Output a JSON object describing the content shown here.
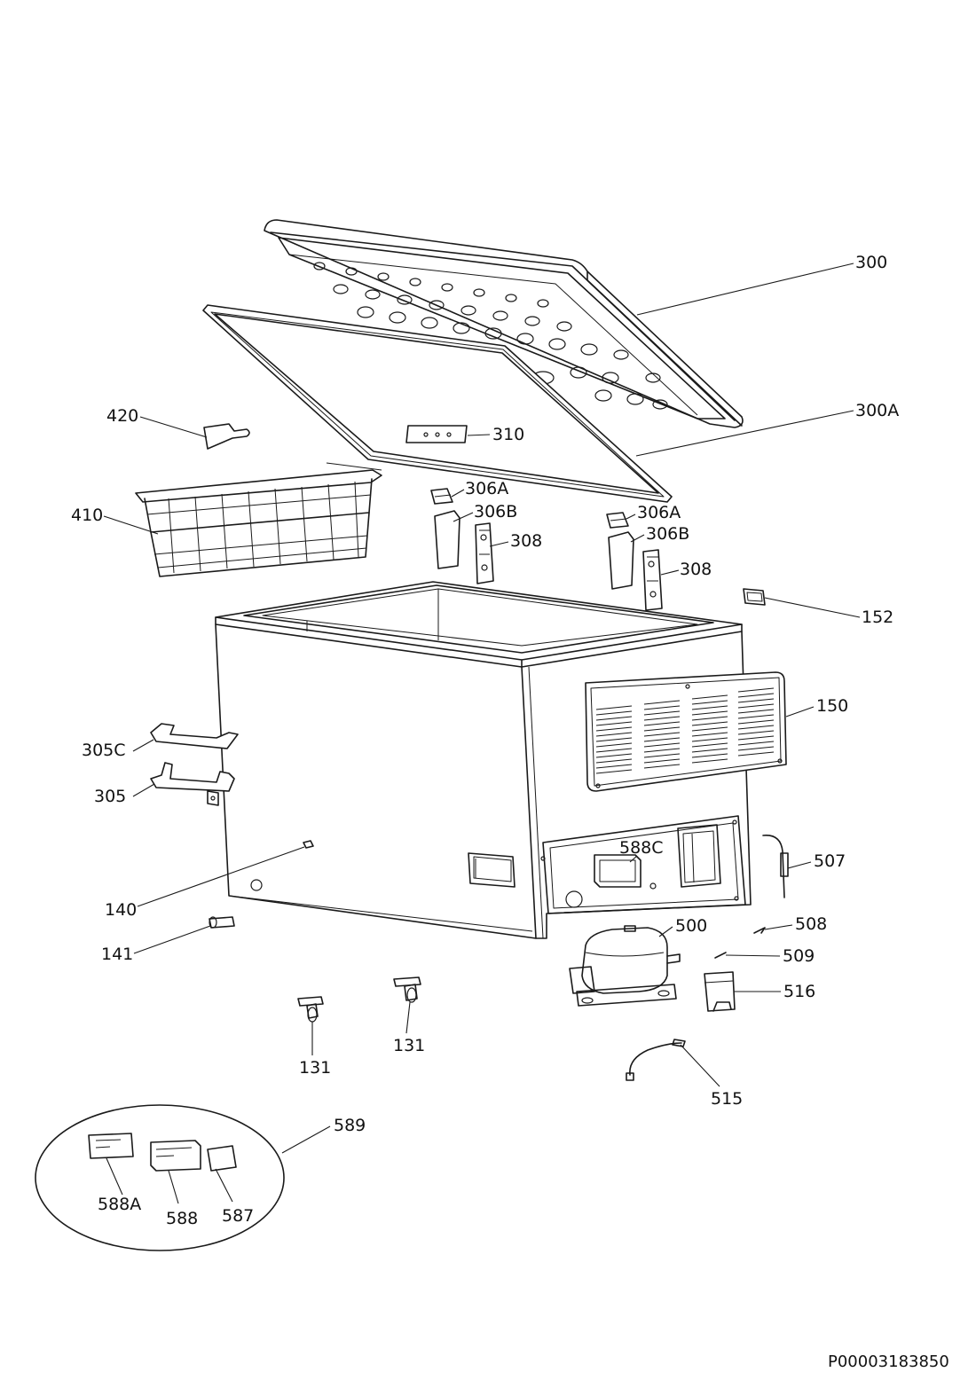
{
  "document_number": "P00003183850",
  "callouts": [
    {
      "id": "c-300",
      "label": "300"
    },
    {
      "id": "c-300A",
      "label": "300A"
    },
    {
      "id": "c-420",
      "label": "420"
    },
    {
      "id": "c-310",
      "label": "310"
    },
    {
      "id": "c-410",
      "label": "410"
    },
    {
      "id": "c-306A-l",
      "label": "306A"
    },
    {
      "id": "c-306B-l",
      "label": "306B"
    },
    {
      "id": "c-308-l",
      "label": "308"
    },
    {
      "id": "c-306A-r",
      "label": "306A"
    },
    {
      "id": "c-306B-r",
      "label": "306B"
    },
    {
      "id": "c-308-r",
      "label": "308"
    },
    {
      "id": "c-152",
      "label": "152"
    },
    {
      "id": "c-150",
      "label": "150"
    },
    {
      "id": "c-305C",
      "label": "305C"
    },
    {
      "id": "c-305",
      "label": "305"
    },
    {
      "id": "c-588C",
      "label": "588C"
    },
    {
      "id": "c-507",
      "label": "507"
    },
    {
      "id": "c-140",
      "label": "140"
    },
    {
      "id": "c-500",
      "label": "500"
    },
    {
      "id": "c-508",
      "label": "508"
    },
    {
      "id": "c-141",
      "label": "141"
    },
    {
      "id": "c-509",
      "label": "509"
    },
    {
      "id": "c-516",
      "label": "516"
    },
    {
      "id": "c-131-l",
      "label": "131"
    },
    {
      "id": "c-131-r",
      "label": "131"
    },
    {
      "id": "c-515",
      "label": "515"
    },
    {
      "id": "c-589",
      "label": "589"
    },
    {
      "id": "c-588A",
      "label": "588A"
    },
    {
      "id": "c-588",
      "label": "588"
    },
    {
      "id": "c-587",
      "label": "587"
    }
  ]
}
